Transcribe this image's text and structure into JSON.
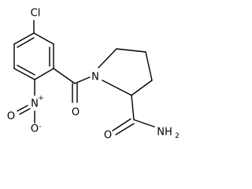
{
  "molecule": {
    "atoms": {
      "chlorine": "Cl",
      "pyrrolidine_nitrogen": "N",
      "carbonyl_oxygen": "O",
      "nitro_nitrogen": "N",
      "nitro_plus": "+",
      "nitro_oxygen_down": "O",
      "nitro_minus": "-",
      "nitro_oxygen_left": "O",
      "amide_oxygen": "O",
      "amide_nitrogen": "NH",
      "amide_subscript": "2"
    },
    "colors": {
      "bond": "#000000",
      "label": "#000000",
      "background": "#ffffff"
    }
  }
}
